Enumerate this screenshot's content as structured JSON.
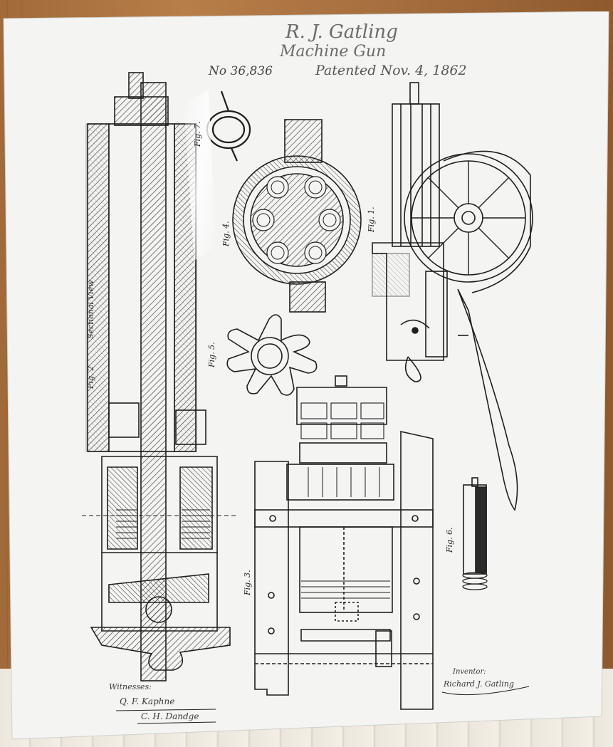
{
  "patent": {
    "inventor_heading": "R. J. Gatling",
    "title": "Machine Gun",
    "number": "No 36,836",
    "date": "Patented Nov. 4, 1862"
  },
  "figures": {
    "fig1": "Fig. 1.",
    "fig2": "Fig. 2",
    "sectional_view": "Sectional View",
    "fig3": "Fig. 3.",
    "fig4": "Fig. 4.",
    "fig5": "Fig. 5.",
    "fig6": "Fig. 6.",
    "fig7": "Fig. 7."
  },
  "witnesses": {
    "heading": "Witnesses:",
    "names": [
      "Q. F. Kaphne",
      "C. H. Dandge"
    ]
  },
  "inventor": {
    "heading": "Inventor:",
    "signature": "Richard J. Gatling"
  },
  "colors": {
    "panel": "#f4f5f3",
    "ink": "#1e1e1e",
    "wood": "#b07844",
    "floor": "#ece6dc"
  }
}
